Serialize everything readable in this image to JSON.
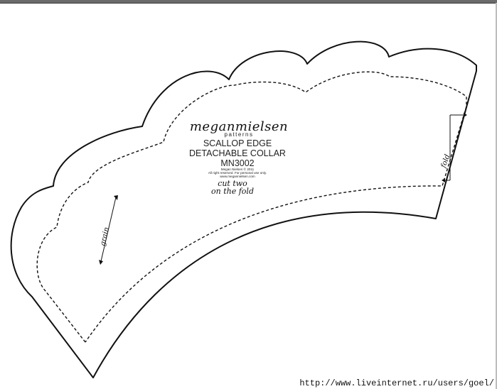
{
  "pattern": {
    "brand": "meganmielsen",
    "brand_sub": "patterns",
    "title_lines": [
      "SCALLOP EDGE",
      "DETACHABLE COLLAR",
      "MN3002"
    ],
    "copyright_lines": [
      "Megan Nielsen © 2011",
      "All right reserved. For personal use only.",
      "www.megannielsen.com"
    ],
    "cut_instruction_lines": [
      "cut two",
      "on the fold"
    ],
    "grain_label": "grain",
    "fold_label": "fold"
  },
  "watermark": "http://www.liveinternet.ru/users/goel/"
}
